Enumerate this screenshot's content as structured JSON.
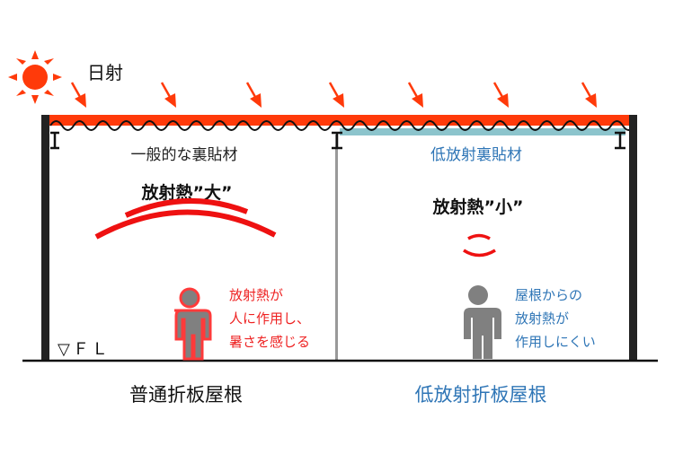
{
  "sun_label": "日射",
  "left": {
    "material": "一般的な裏貼材",
    "heat": "放射熱”大”",
    "note": [
      "放射熱が",
      "人に作用し、",
      "暑さを感じる"
    ],
    "fl": "▽ＦＬ",
    "caption": "普通折板屋根"
  },
  "right": {
    "material": "低放射裏貼材",
    "heat": "放射熱”小”",
    "note": [
      "屋根からの",
      "放射熱が",
      "作用しにくい"
    ],
    "caption": "低放射折板屋根"
  },
  "colors": {
    "red": "#ff3a0a",
    "blue": "#2e75b6",
    "teal": "#8cc4cc",
    "gray": "#808080"
  }
}
